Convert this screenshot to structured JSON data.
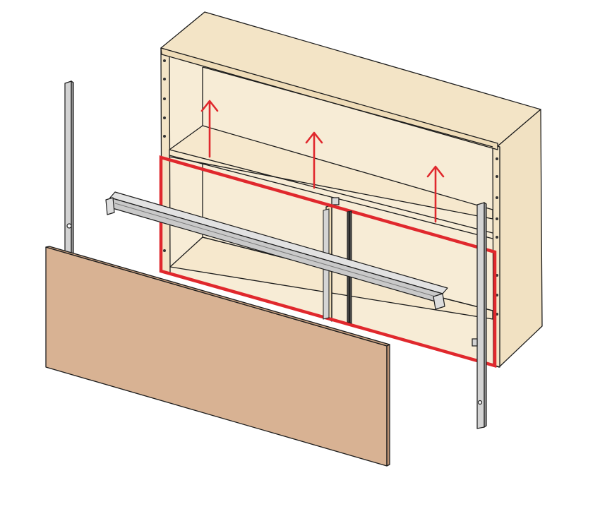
{
  "diagram": {
    "colors": {
      "background": "#ffffff",
      "cabinet_face": "#f3e4c6",
      "cabinet_inner": "#f6e9cf",
      "cabinet_side": "#f1e1c2",
      "outline": "#1c1c1c",
      "front_panel": "#d8b293",
      "front_panel_edge": "#c79f80",
      "rail_metal": "#cfcfcf",
      "rail_metal_dark": "#9a9a9a",
      "highlight": "#e0282d",
      "arrow": "#e0282d"
    },
    "icons": [
      "up-arrow-icon",
      "up-arrow-icon",
      "up-arrow-icon"
    ],
    "components": [
      "wall-cabinet",
      "front-panel",
      "horizontal-rail",
      "left-vertical-profile",
      "right-vertical-profile",
      "highlight-frame"
    ]
  }
}
